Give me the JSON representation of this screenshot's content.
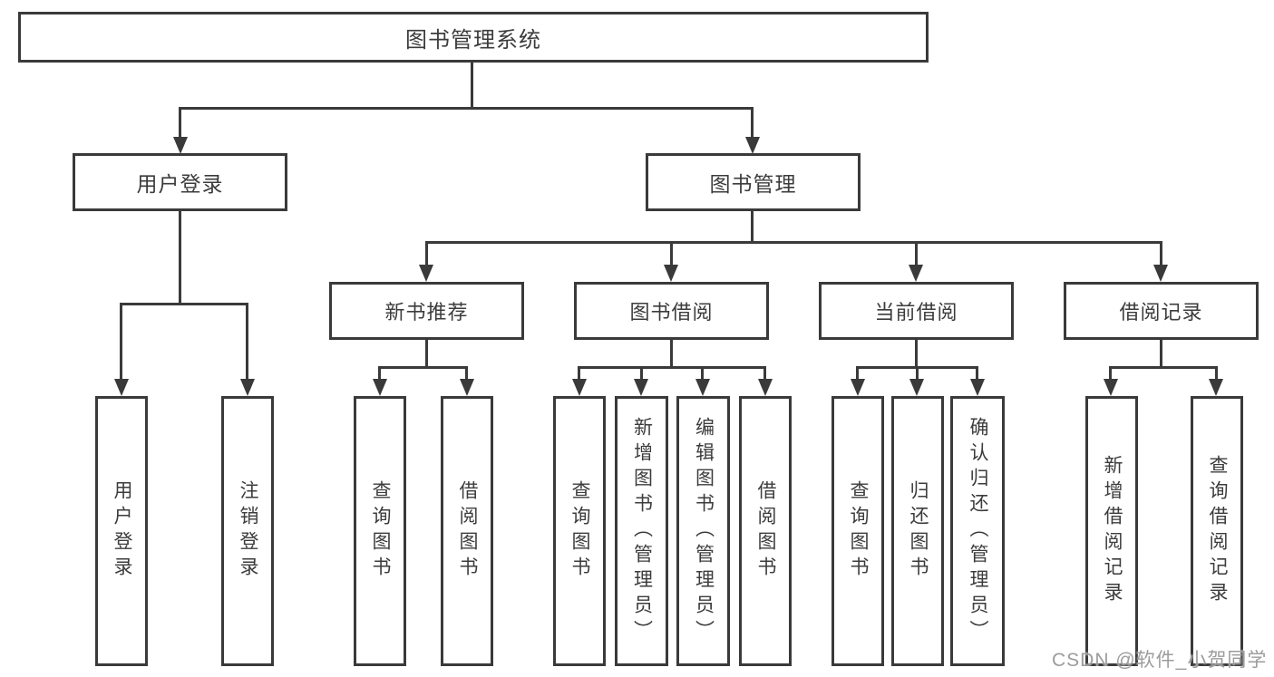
{
  "diagram": {
    "root": {
      "label": "图书管理系统"
    },
    "branches": [
      {
        "label": "用户登录",
        "children": [
          {
            "label": "用户登录"
          },
          {
            "label": "注销登录"
          }
        ]
      },
      {
        "label": "图书管理",
        "children": [
          {
            "label": "新书推荐",
            "children": [
              {
                "label": "查询图书"
              },
              {
                "label": "借阅图书"
              }
            ]
          },
          {
            "label": "图书借阅",
            "children": [
              {
                "label": "查询图书"
              },
              {
                "label": "新增图书（管理员）"
              },
              {
                "label": "编辑图书（管理员）"
              },
              {
                "label": "借阅图书"
              }
            ]
          },
          {
            "label": "当前借阅",
            "children": [
              {
                "label": "查询图书"
              },
              {
                "label": "归还图书"
              },
              {
                "label": "确认归还（管理员）"
              }
            ]
          },
          {
            "label": "借阅记录",
            "children": [
              {
                "label": "新增借阅记录"
              },
              {
                "label": "查询借阅记录"
              }
            ]
          }
        ]
      }
    ]
  },
  "watermark": {
    "text": "CSDN @软件_小贺同学"
  },
  "colors": {
    "line": "#3a3a3a",
    "text": "#3c3c3c",
    "watermark": "#9c9c9c",
    "bg": "#ffffff"
  }
}
